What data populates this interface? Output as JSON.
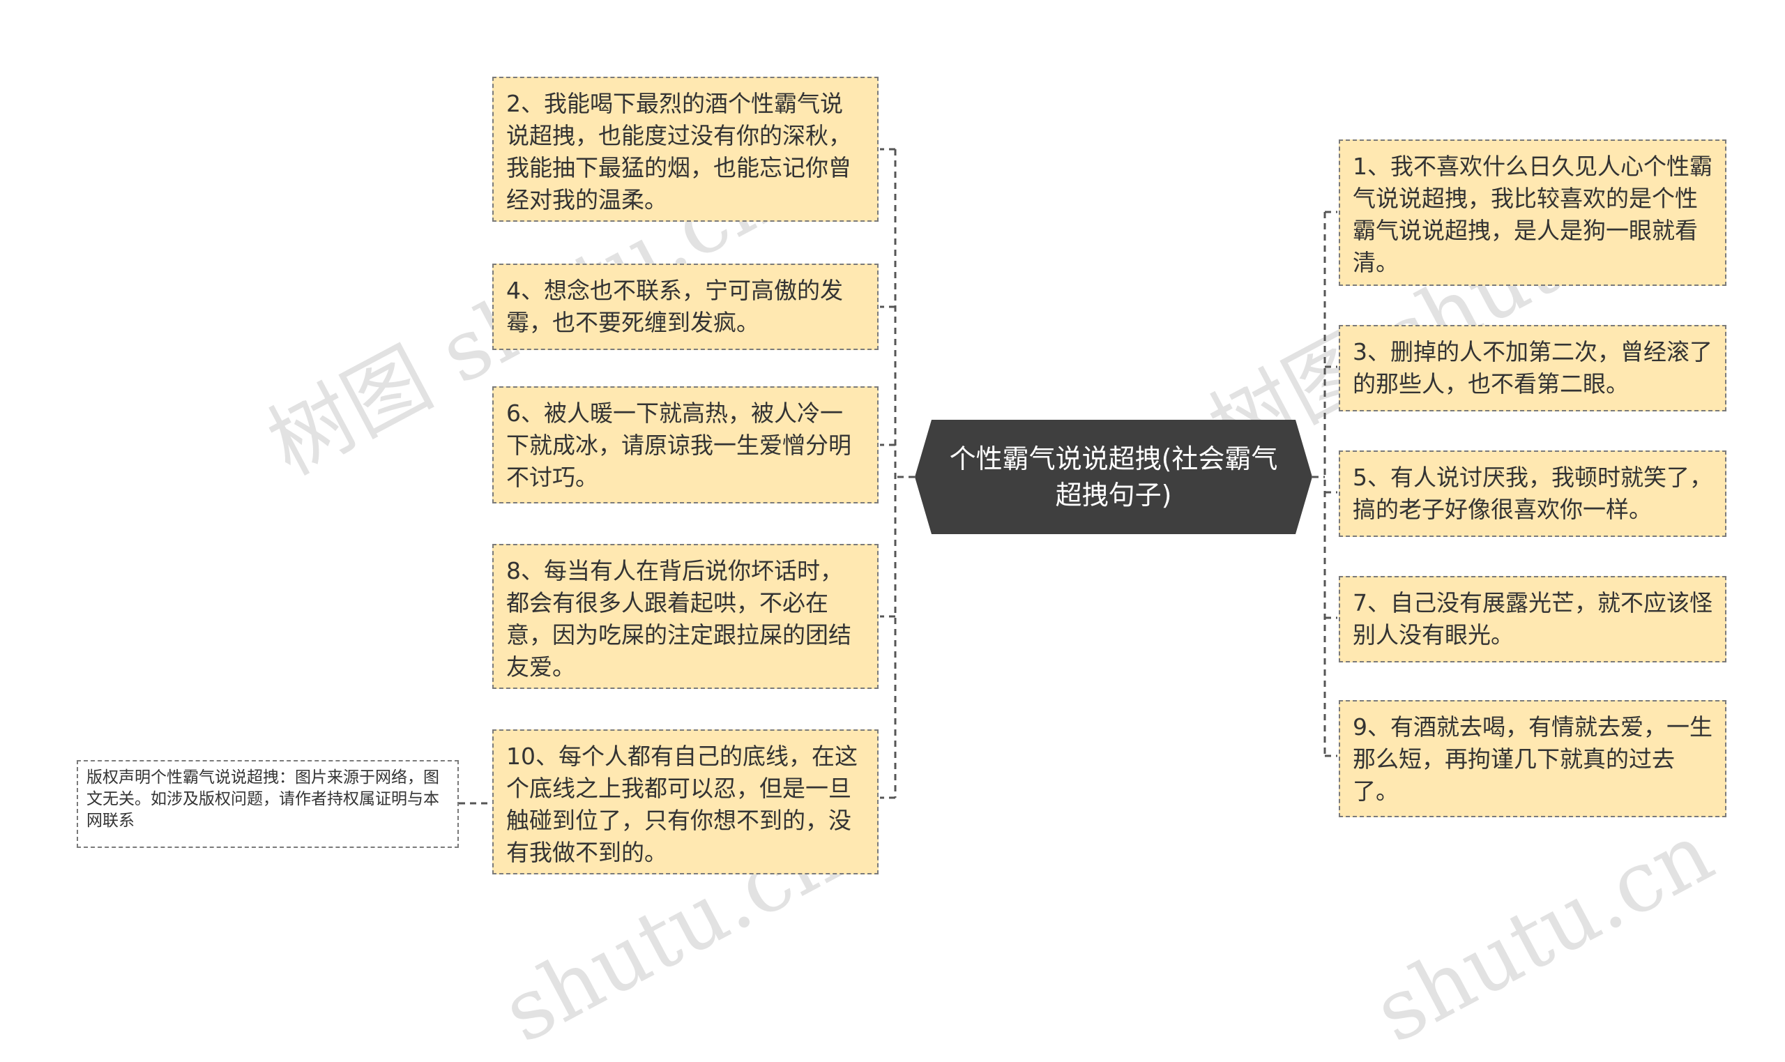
{
  "center": {
    "title": "个性霸气说说超拽(社会霸气超拽句子)",
    "color": "#3f3f3f"
  },
  "left_nodes": [
    "2、我能喝下最烈的酒个性霸气说说超拽，也能度过没有你的深秋，我能抽下最猛的烟，也能忘记你曾经对我的温柔。",
    "4、想念也不联系，宁可高傲的发霉，也不要死缠到发疯。",
    "6、被人暖一下就高热，被人冷一下就成冰，请原谅我一生爱憎分明不讨巧。",
    "8、每当有人在背后说你坏话时，都会有很多人跟着起哄，不必在意，因为吃屎的注定跟拉屎的团结友爱。",
    "10、每个人都有自己的底线，在这个底线之上我都可以忍，但是一旦触碰到位了，只有你想不到的，没有我做不到的。"
  ],
  "right_nodes": [
    "1、我不喜欢什么日久见人心个性霸气说说超拽，我比较喜欢的是个性霸气说说超拽，是人是狗一眼就看清。",
    "3、删掉的人不加第二次，曾经滚了的那些人，也不看第二眼。",
    "5、有人说讨厌我，我顿时就笑了，搞的老子好像很喜欢你一样。",
    "7、自己没有展露光芒，就不应该怪别人没有眼光。",
    "9、有酒就去喝，有情就去爱，一生那么短，再拘谨几下就真的过去了。"
  ],
  "copyright": "版权声明个性霸气说说超拽：图片来源于网络，图文无关。如涉及版权问题，请作者持权属证明与本网联系",
  "watermarks": [
    "树图 shutu.cn",
    "树图 shutu.cn",
    "shutu.cn",
    "shutu.cn"
  ],
  "colors": {
    "node_fill": "#ffe8b1",
    "node_border": "#7a7a7a",
    "connector": "#555555"
  }
}
